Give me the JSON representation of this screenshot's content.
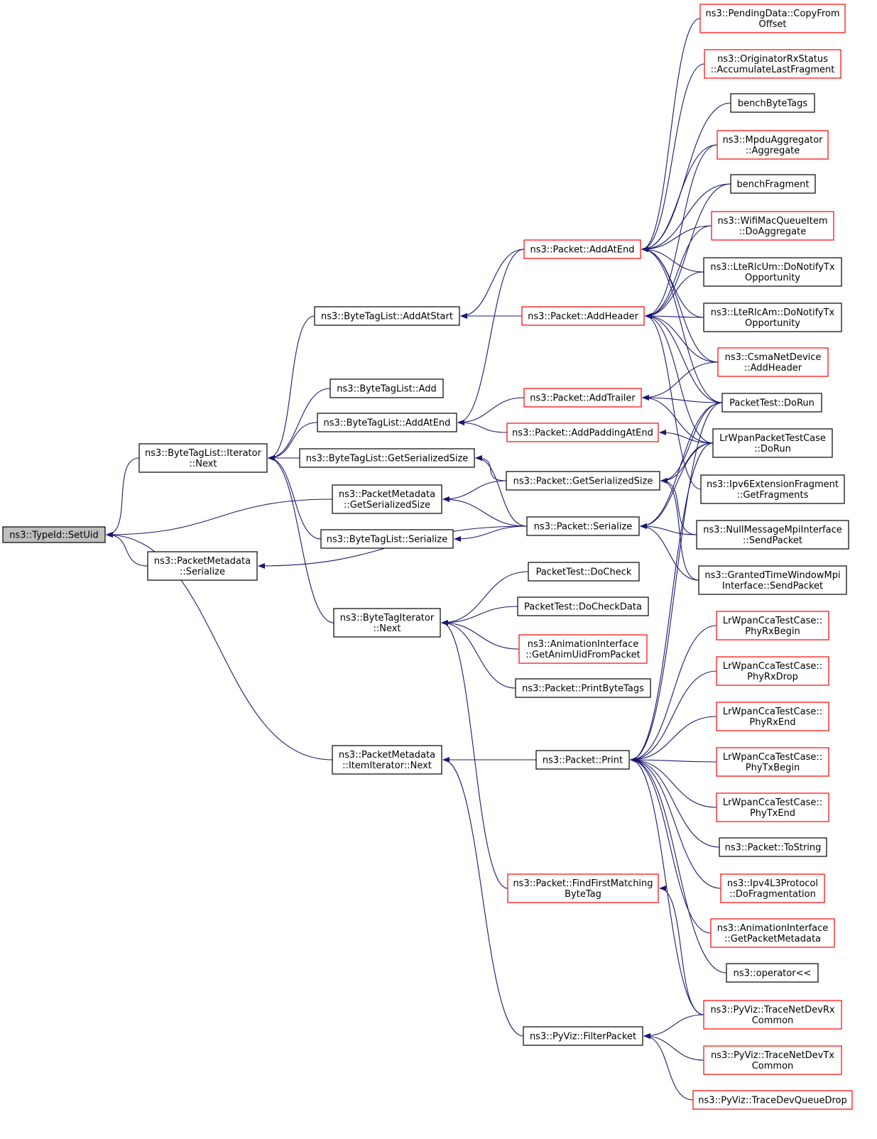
{
  "colors": {
    "edge": "#191970",
    "arrowhead": "#191970",
    "node_border": "#000000",
    "node_border_external": "#ff0000",
    "node_fill_root": "#bfbfbf",
    "node_fill": "#ffffff"
  },
  "nodes": {
    "root": {
      "lines": [
        "ns3::TypeId::SetUid"
      ],
      "style": "root"
    },
    "bt_iter_next": {
      "lines": [
        "ns3::ByteTagList::Iterator",
        "::Next"
      ],
      "style": "normal"
    },
    "pm_serialize": {
      "lines": [
        "ns3::PacketMetadata",
        "::Serialize"
      ],
      "style": "normal"
    },
    "pm_item_next": {
      "lines": [
        "ns3::PacketMetadata",
        "::ItemIterator::Next"
      ],
      "style": "normal"
    },
    "pm_getser": {
      "lines": [
        "ns3::PacketMetadata",
        "::GetSerializedSize"
      ],
      "style": "normal"
    },
    "btl_addatstart": {
      "lines": [
        "ns3::ByteTagList::AddAtStart"
      ],
      "style": "normal"
    },
    "btl_add": {
      "lines": [
        "ns3::ByteTagList::Add"
      ],
      "style": "normal"
    },
    "btl_addatend": {
      "lines": [
        "ns3::ByteTagList::AddAtEnd"
      ],
      "style": "normal"
    },
    "btl_getser": {
      "lines": [
        "ns3::ByteTagList::GetSerializedSize"
      ],
      "style": "normal"
    },
    "btl_serialize": {
      "lines": [
        "ns3::ByteTagList::Serialize"
      ],
      "style": "normal"
    },
    "bti_next": {
      "lines": [
        "ns3::ByteTagIterator",
        "::Next"
      ],
      "style": "normal"
    },
    "p_addatend": {
      "lines": [
        "ns3::Packet::AddAtEnd"
      ],
      "style": "external"
    },
    "p_addheader": {
      "lines": [
        "ns3::Packet::AddHeader"
      ],
      "style": "external"
    },
    "p_addtrailer": {
      "lines": [
        "ns3::Packet::AddTrailer"
      ],
      "style": "external"
    },
    "p_addpadding": {
      "lines": [
        "ns3::Packet::AddPaddingAtEnd"
      ],
      "style": "external"
    },
    "p_getser": {
      "lines": [
        "ns3::Packet::GetSerializedSize"
      ],
      "style": "normal"
    },
    "p_serialize": {
      "lines": [
        "ns3::Packet::Serialize"
      ],
      "style": "normal"
    },
    "pt_docheck": {
      "lines": [
        "PacketTest::DoCheck"
      ],
      "style": "normal"
    },
    "pt_docheckdata": {
      "lines": [
        "PacketTest::DoCheckData"
      ],
      "style": "normal"
    },
    "ai_getanimuid": {
      "lines": [
        "ns3::AnimationInterface",
        "::GetAnimUidFromPacket"
      ],
      "style": "external"
    },
    "p_printbytetags": {
      "lines": [
        "ns3::Packet::PrintByteTags"
      ],
      "style": "normal"
    },
    "p_print": {
      "lines": [
        "ns3::Packet::Print"
      ],
      "style": "normal"
    },
    "p_findfirst": {
      "lines": [
        "ns3::Packet::FindFirstMatching",
        "ByteTag"
      ],
      "style": "external"
    },
    "pv_filter": {
      "lines": [
        "ns3::PyViz::FilterPacket"
      ],
      "style": "normal"
    },
    "pd_copyfrom": {
      "lines": [
        "ns3::PendingData::CopyFrom",
        "Offset"
      ],
      "style": "external"
    },
    "ors_accum": {
      "lines": [
        "ns3::OriginatorRxStatus",
        "::AccumulateLastFragment"
      ],
      "style": "external"
    },
    "bench_bytetags": {
      "lines": [
        "benchByteTags"
      ],
      "style": "normal"
    },
    "mpdu_agg": {
      "lines": [
        "ns3::MpduAggregator",
        "::Aggregate"
      ],
      "style": "external"
    },
    "bench_fragment": {
      "lines": [
        "benchFragment"
      ],
      "style": "normal"
    },
    "wmqi_doagg": {
      "lines": [
        "ns3::WifiMacQueueItem",
        "::DoAggregate"
      ],
      "style": "external"
    },
    "lterlcum": {
      "lines": [
        "ns3::LteRlcUm::DoNotifyTx",
        "Opportunity"
      ],
      "style": "normal"
    },
    "lterlcam": {
      "lines": [
        "ns3::LteRlcAm::DoNotifyTx",
        "Opportunity"
      ],
      "style": "normal"
    },
    "csma_addheader": {
      "lines": [
        "ns3::CsmaNetDevice",
        "::AddHeader"
      ],
      "style": "external"
    },
    "pt_dorun": {
      "lines": [
        "PacketTest::DoRun"
      ],
      "style": "normal"
    },
    "lrwpan_dorun": {
      "lines": [
        "LrWpanPacketTestCase",
        "::DoRun"
      ],
      "style": "normal"
    },
    "ipv6_getfrag": {
      "lines": [
        "ns3::Ipv6ExtensionFragment",
        "::GetFragments"
      ],
      "style": "normal"
    },
    "nullmpi_send": {
      "lines": [
        "ns3::NullMessageMpiInterface",
        "::SendPacket"
      ],
      "style": "normal"
    },
    "granted_send": {
      "lines": [
        "ns3::GrantedTimeWindowMpi",
        "Interface::SendPacket"
      ],
      "style": "normal"
    },
    "cca_rxbegin": {
      "lines": [
        "LrWpanCcaTestCase::",
        "PhyRxBegin"
      ],
      "style": "external"
    },
    "cca_rxdrop": {
      "lines": [
        "LrWpanCcaTestCase::",
        "PhyRxDrop"
      ],
      "style": "external"
    },
    "cca_rxend": {
      "lines": [
        "LrWpanCcaTestCase::",
        "PhyRxEnd"
      ],
      "style": "external"
    },
    "cca_txbegin": {
      "lines": [
        "LrWpanCcaTestCase::",
        "PhyTxBegin"
      ],
      "style": "external"
    },
    "cca_txend": {
      "lines": [
        "LrWpanCcaTestCase::",
        "PhyTxEnd"
      ],
      "style": "external"
    },
    "p_tostring": {
      "lines": [
        "ns3::Packet::ToString"
      ],
      "style": "normal"
    },
    "ipv4_dofrag": {
      "lines": [
        "ns3::Ipv4L3Protocol",
        "::DoFragmentation"
      ],
      "style": "external"
    },
    "ai_getpktmeta": {
      "lines": [
        "ns3::AnimationInterface",
        "::GetPacketMetadata"
      ],
      "style": "external"
    },
    "op_shift": {
      "lines": [
        "ns3::operator<<"
      ],
      "style": "normal"
    },
    "pv_rx": {
      "lines": [
        "ns3::PyViz::TraceNetDevRx",
        "Common"
      ],
      "style": "external"
    },
    "pv_tx": {
      "lines": [
        "ns3::PyViz::TraceNetDevTx",
        "Common"
      ],
      "style": "external"
    },
    "pv_queuedrop": {
      "lines": [
        "ns3::PyViz::TraceDevQueueDrop"
      ],
      "style": "external"
    }
  },
  "edges": [
    [
      "bt_iter_next",
      "root"
    ],
    [
      "pm_getser",
      "root"
    ],
    [
      "pm_serialize",
      "root"
    ],
    [
      "pm_item_next",
      "root"
    ],
    [
      "btl_addatstart",
      "bt_iter_next"
    ],
    [
      "btl_add",
      "bt_iter_next"
    ],
    [
      "btl_addatend",
      "bt_iter_next"
    ],
    [
      "btl_getser",
      "bt_iter_next"
    ],
    [
      "btl_serialize",
      "bt_iter_next"
    ],
    [
      "bti_next",
      "bt_iter_next"
    ],
    [
      "p_addatend",
      "btl_addatstart"
    ],
    [
      "p_addheader",
      "btl_addatstart"
    ],
    [
      "p_addatend",
      "btl_addatend"
    ],
    [
      "p_addtrailer",
      "btl_addatend"
    ],
    [
      "p_addpadding",
      "btl_addatend"
    ],
    [
      "p_getser",
      "btl_getser"
    ],
    [
      "p_serialize",
      "btl_getser"
    ],
    [
      "p_getser",
      "pm_getser"
    ],
    [
      "p_serialize",
      "pm_getser"
    ],
    [
      "p_serialize",
      "btl_serialize"
    ],
    [
      "p_serialize",
      "pm_serialize"
    ],
    [
      "pt_docheck",
      "bti_next"
    ],
    [
      "pt_docheckdata",
      "bti_next"
    ],
    [
      "ai_getanimuid",
      "bti_next"
    ],
    [
      "p_printbytetags",
      "bti_next"
    ],
    [
      "p_findfirst",
      "bti_next"
    ],
    [
      "p_print",
      "pm_item_next"
    ],
    [
      "pv_filter",
      "pm_item_next"
    ],
    [
      "pd_copyfrom",
      "p_addatend"
    ],
    [
      "ors_accum",
      "p_addatend"
    ],
    [
      "bench_bytetags",
      "p_addatend"
    ],
    [
      "mpdu_agg",
      "p_addatend"
    ],
    [
      "bench_fragment",
      "p_addatend"
    ],
    [
      "wmqi_doagg",
      "p_addatend"
    ],
    [
      "lterlcum",
      "p_addatend"
    ],
    [
      "lterlcam",
      "p_addatend"
    ],
    [
      "csma_addheader",
      "p_addatend"
    ],
    [
      "pt_dorun",
      "p_addatend"
    ],
    [
      "mpdu_agg",
      "p_addheader"
    ],
    [
      "bench_fragment",
      "p_addheader"
    ],
    [
      "wmqi_doagg",
      "p_addheader"
    ],
    [
      "lterlcum",
      "p_addheader"
    ],
    [
      "lterlcam",
      "p_addheader"
    ],
    [
      "csma_addheader",
      "p_addheader"
    ],
    [
      "pt_dorun",
      "p_addheader"
    ],
    [
      "lrwpan_dorun",
      "p_addheader"
    ],
    [
      "ipv6_getfrag",
      "p_addheader"
    ],
    [
      "csma_addheader",
      "p_addtrailer"
    ],
    [
      "pt_dorun",
      "p_addtrailer"
    ],
    [
      "lrwpan_dorun",
      "p_addtrailer"
    ],
    [
      "lrwpan_dorun",
      "p_addpadding"
    ],
    [
      "pt_dorun",
      "p_getser"
    ],
    [
      "lrwpan_dorun",
      "p_getser"
    ],
    [
      "nullmpi_send",
      "p_getser"
    ],
    [
      "granted_send",
      "p_getser"
    ],
    [
      "pt_dorun",
      "p_serialize"
    ],
    [
      "lrwpan_dorun",
      "p_serialize"
    ],
    [
      "nullmpi_send",
      "p_serialize"
    ],
    [
      "granted_send",
      "p_serialize"
    ],
    [
      "pt_dorun",
      "p_print"
    ],
    [
      "lrwpan_dorun",
      "p_print"
    ],
    [
      "cca_rxbegin",
      "p_print"
    ],
    [
      "cca_rxdrop",
      "p_print"
    ],
    [
      "cca_rxend",
      "p_print"
    ],
    [
      "cca_txbegin",
      "p_print"
    ],
    [
      "cca_txend",
      "p_print"
    ],
    [
      "p_tostring",
      "p_print"
    ],
    [
      "ipv4_dofrag",
      "p_print"
    ],
    [
      "ai_getpktmeta",
      "p_print"
    ],
    [
      "op_shift",
      "p_print"
    ],
    [
      "pv_rx",
      "p_print"
    ],
    [
      "pv_rx",
      "p_findfirst"
    ],
    [
      "pv_rx",
      "pv_filter"
    ],
    [
      "pv_tx",
      "pv_filter"
    ],
    [
      "pv_queuedrop",
      "pv_filter"
    ]
  ]
}
